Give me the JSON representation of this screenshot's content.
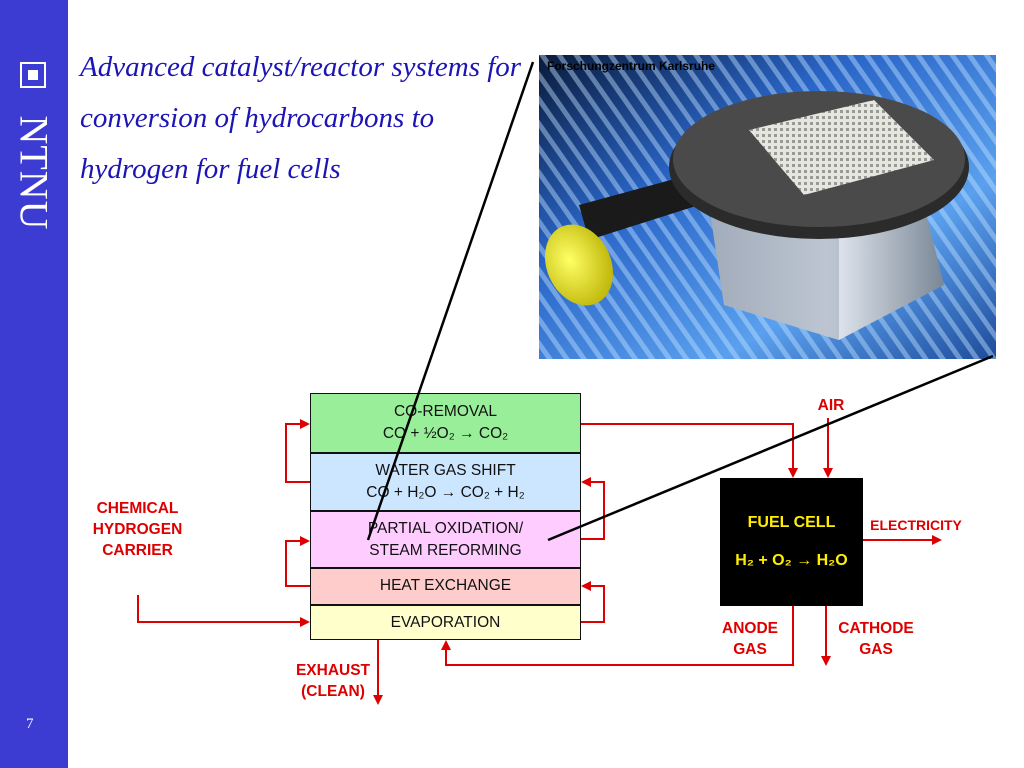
{
  "sidebar": {
    "brand": "NTNU",
    "page_number": "7"
  },
  "title": "Advanced catalyst/reactor systems for conversion of hydrocarbons to hydrogen for fuel cells",
  "photo": {
    "credit": "Forschungzentrum Karlsruhe"
  },
  "process": {
    "co_removal": {
      "name": "CO-REMOVAL",
      "equation": "CO + ½O₂ → CO₂"
    },
    "water_gas_shift": {
      "name": "WATER GAS SHIFT",
      "equation": "CO + H₂O → CO₂ + H₂"
    },
    "partial_oxidation": {
      "line1": "PARTIAL OXIDATION/",
      "line2": "STEAM REFORMING"
    },
    "heat_exchange": {
      "name": "HEAT EXCHANGE"
    },
    "evaporation": {
      "name": "EVAPORATION"
    }
  },
  "fuel_cell": {
    "name": "FUEL CELL",
    "equation": "H₂ + O₂ → H₂O"
  },
  "labels": {
    "air": "AIR",
    "electricity": "ELECTRICITY",
    "chemical_carrier": [
      "CHEMICAL",
      "HYDROGEN",
      "CARRIER"
    ],
    "anode_gas": [
      "ANODE",
      "GAS"
    ],
    "cathode_gas": [
      "CATHODE",
      "GAS"
    ],
    "exhaust": [
      "EXHAUST",
      "(CLEAN)"
    ]
  },
  "colors": {
    "sidebar": "#3c3cd2",
    "title": "#1c14b4",
    "arrows": "#dd0000",
    "co_removal_fill": "#99ee99",
    "water_gas_shift_fill": "#cce6ff",
    "partial_oxidation_fill": "#ffccff",
    "heat_exchange_fill": "#ffcccc",
    "evaporation_fill": "#ffffcc",
    "fuel_cell_fill": "#000000",
    "fuel_cell_text": "#ffee00"
  }
}
